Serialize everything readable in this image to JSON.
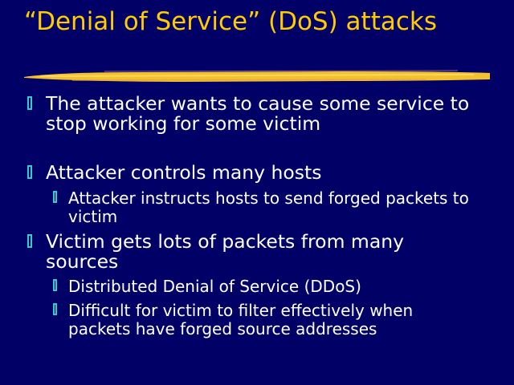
{
  "slide": {
    "title": "“Denial of Service” (DoS) attacks",
    "colors": {
      "background": "#000066",
      "title": "#FFCC00",
      "text": "#FFFFFF",
      "bullet": "#33CCCC"
    },
    "bullets": [
      {
        "level": 1,
        "text": "The attacker wants to cause some service to stop working for some victim"
      },
      {
        "level": 1,
        "text": "Attacker controls many hosts"
      },
      {
        "level": 2,
        "text": "Attacker instructs hosts to send forged packets to victim"
      },
      {
        "level": 1,
        "text": "Victim gets lots of packets from many sources"
      },
      {
        "level": 2,
        "text": "Distributed Denial of Service (DDoS)"
      },
      {
        "level": 2,
        "text": "Difficult for victim to filter effectively when packets have forged source addresses"
      }
    ]
  }
}
